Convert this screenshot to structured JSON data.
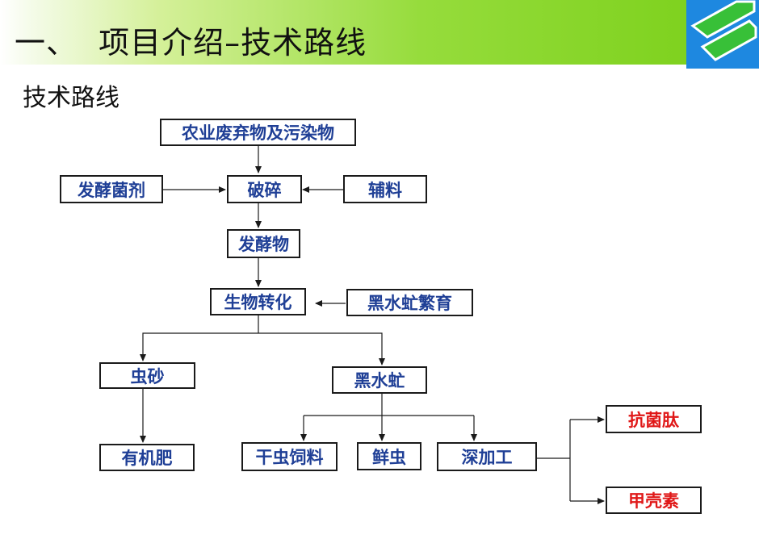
{
  "header": {
    "title": "一、  项目介绍–技术路线"
  },
  "logo": {
    "colors": [
      "#1e88e0",
      "#38c038",
      "#ffffff"
    ]
  },
  "subtitle": "技术路线",
  "diagram": {
    "nodes": {
      "waste": "农业废弃物及污染物",
      "inoculant": "发酵菌剂",
      "crushing": "破碎",
      "auxiliary": "辅料",
      "fermented": "发酵物",
      "bioconversion": "生物转化",
      "bsf_breeding": "黑水虻繁育",
      "frass": "虫砂",
      "bsf": "黑水虻",
      "organic_fertilizer": "有机肥",
      "dried_feed": "干虫饲料",
      "fresh_larvae": "鲜虫",
      "deep_processing": "深加工",
      "antimicrobial_peptide": "抗菌肽",
      "chitin": "甲壳素"
    },
    "colors": {
      "node_text": "#1f3f96",
      "product_text": "#e01818",
      "line": "#1a1a1a"
    }
  }
}
